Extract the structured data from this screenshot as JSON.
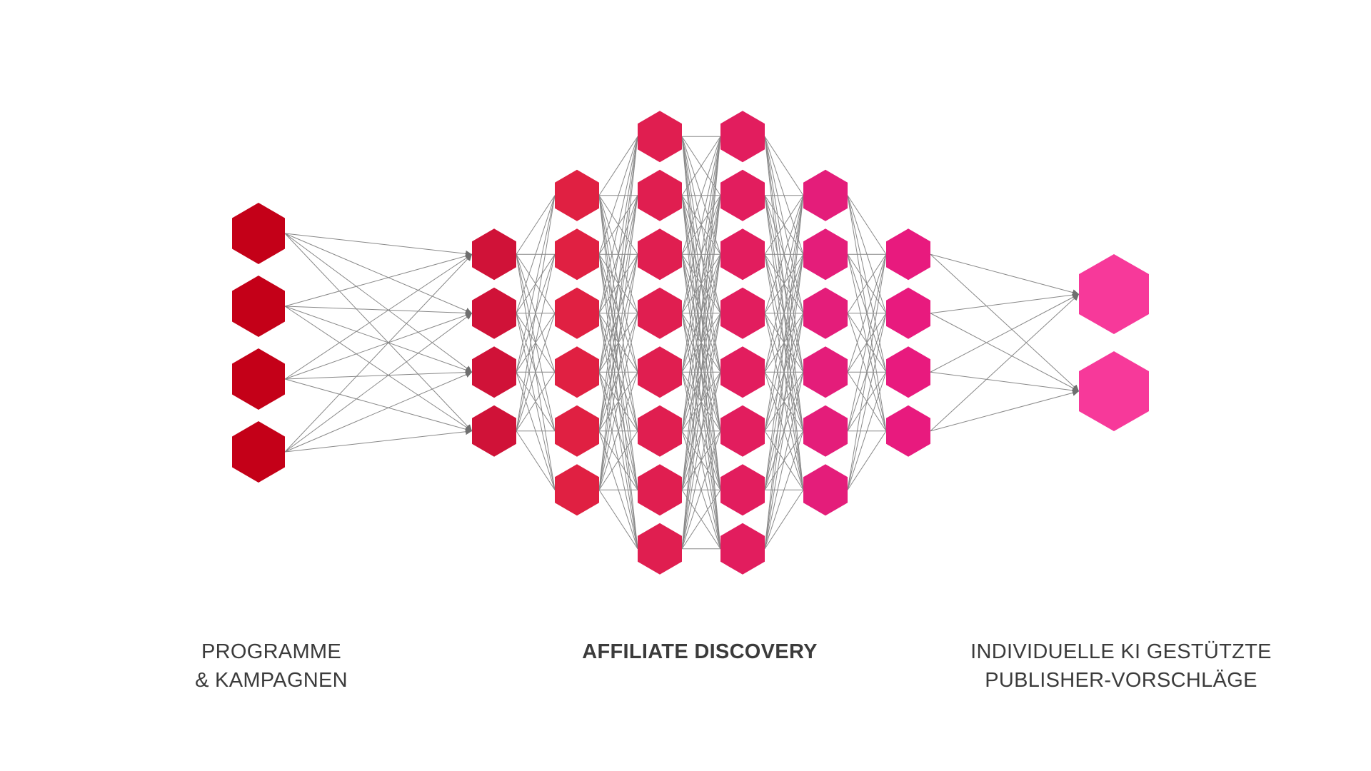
{
  "labels": {
    "input": [
      "PROGRAMME",
      "& KAMPAGNEN"
    ],
    "middle": [
      "AFFILIATE DISCOVERY"
    ],
    "output": [
      "INDIVIDUELLE KI GESTÜTZTE",
      "PUBLISHER-VORSCHLÄGE"
    ]
  },
  "network": {
    "layers": [
      {
        "nodes": 4,
        "color": "#c40018"
      },
      {
        "nodes": 4,
        "color": "#d01238"
      },
      {
        "nodes": 6,
        "color": "#e02042"
      },
      {
        "nodes": 8,
        "color": "#e01e50"
      },
      {
        "nodes": 8,
        "color": "#e21d5e"
      },
      {
        "nodes": 6,
        "color": "#e41d7a"
      },
      {
        "nodes": 4,
        "color": "#e81a7e"
      },
      {
        "nodes": 2,
        "color": "#f7399a"
      }
    ],
    "arrowheads_on_layers": [
      1,
      7
    ],
    "edge_color": "#888888"
  }
}
